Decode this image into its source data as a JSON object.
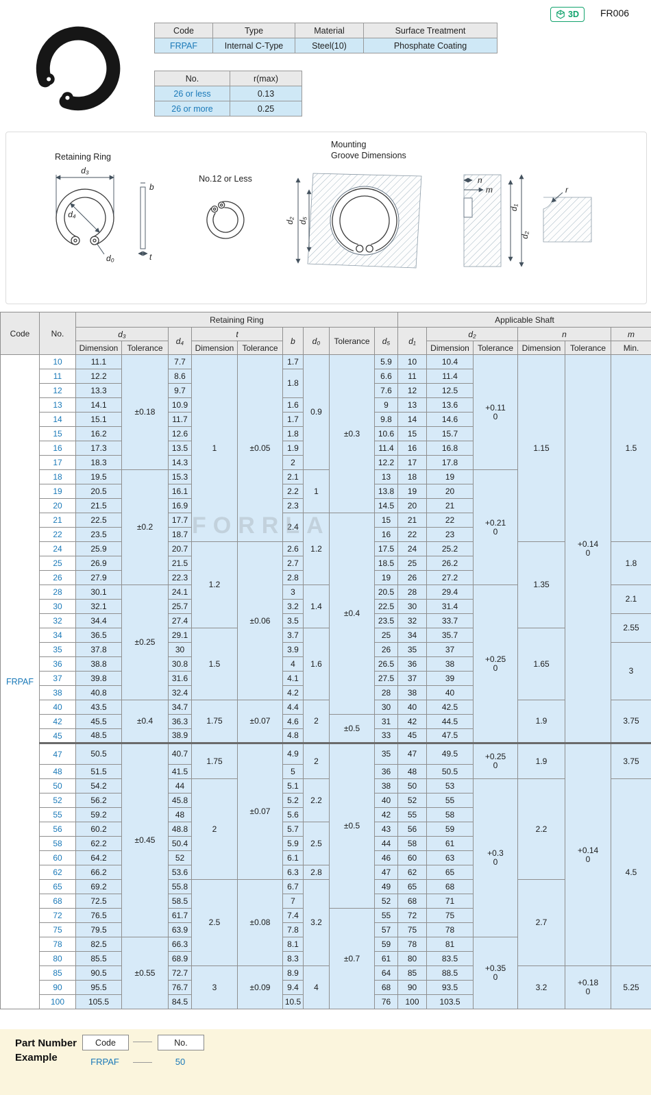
{
  "page": {
    "badge_3d": "3D",
    "page_code": "FR006",
    "watermark": "FORRLA"
  },
  "spec_table": {
    "headers": [
      "Code",
      "Type",
      "Material",
      "Surface Treatment"
    ],
    "row": [
      "FRPAF",
      "Internal C-Type",
      "Steel(10)",
      "Phosphate Coating"
    ]
  },
  "rmax_table": {
    "headers": [
      "No.",
      "r(max)"
    ],
    "rows": [
      [
        "26 or less",
        "0.13"
      ],
      [
        "26 or more",
        "0.25"
      ]
    ]
  },
  "drawings": {
    "retaining_ring_label": "Retaining Ring",
    "no12_label": "No.12 or Less",
    "mounting_label_1": "Mounting",
    "mounting_label_2": "Groove Dimensions",
    "dim_d3": "d₃",
    "dim_d4": "d₄",
    "dim_d0": "d₀",
    "dim_b": "b",
    "dim_t": "t",
    "dim_d2": "d₂",
    "dim_d5": "d₅",
    "dim_d1": "d₁",
    "dim_n": "n",
    "dim_m": "m",
    "dim_r": "r"
  },
  "main_table": {
    "headers": {
      "code": "Code",
      "no": "No.",
      "retaining_ring": "Retaining Ring",
      "applicable_shaft": "Applicable Shaft",
      "d3": "d₃",
      "d4": "d₄",
      "t": "t",
      "b": "b",
      "d0": "d₀",
      "tolerance": "Tolerance",
      "d5": "d₅",
      "d1": "d₁",
      "d2": "d₂",
      "n": "n",
      "m": "m",
      "dimension": "Dimension",
      "min": "Min."
    },
    "section_start_no": "47",
    "col_names": [
      "code-cell",
      "no-cell",
      "d3-dimension",
      "d3-tolerance",
      "d4",
      "t-dimension",
      "t-tolerance",
      "b",
      "d0",
      "d5-tolerance",
      "d5",
      "d1",
      "d2-dimension",
      "d2-tolerance",
      "n-dimension",
      "n-tolerance",
      "m-min"
    ],
    "col_classes": [
      "code-cell",
      "no-cell",
      "data-cell",
      "data-cell",
      "data-cell",
      "data-cell",
      "data-cell",
      "data-cell",
      "data-cell",
      "data-cell",
      "data-cell",
      "data-cell",
      "data-cell",
      "data-cell",
      "data-cell",
      "data-cell",
      "data-cell"
    ],
    "rows": [
      [
        {
          "v": "FRPAF",
          "rs": 45
        },
        "10",
        "11.1",
        {
          "v": "±0.18",
          "rs": 8
        },
        "7.7",
        {
          "v": "1",
          "rs": 13
        },
        {
          "v": "±0.05",
          "rs": 13
        },
        "1.7",
        {
          "v": "0.9",
          "rs": 8
        },
        {
          "v": "±0.3",
          "rs": 11
        },
        "5.9",
        "10",
        "10.4",
        {
          "v": "+0.11\n0",
          "rs": 8
        },
        {
          "v": "1.15",
          "rs": 13
        },
        {
          "v": "+0.14\n0",
          "rs": 27
        },
        {
          "v": "1.5",
          "rs": 13
        }
      ],
      [
        null,
        "11",
        "12.2",
        null,
        "8.6",
        null,
        null,
        {
          "v": "1.8",
          "rs": 2
        },
        null,
        null,
        "6.6",
        "11",
        "11.4",
        null,
        null,
        null,
        null
      ],
      [
        null,
        "12",
        "13.3",
        null,
        "9.7",
        null,
        null,
        null,
        null,
        null,
        "7.6",
        "12",
        "12.5",
        null,
        null,
        null,
        null
      ],
      [
        null,
        "13",
        "14.1",
        null,
        "10.9",
        null,
        null,
        "1.6",
        null,
        null,
        "9",
        "13",
        "13.6",
        null,
        null,
        null,
        null
      ],
      [
        null,
        "14",
        "15.1",
        null,
        "11.7",
        null,
        null,
        "1.7",
        null,
        null,
        "9.8",
        "14",
        "14.6",
        null,
        null,
        null,
        null
      ],
      [
        null,
        "15",
        "16.2",
        null,
        "12.6",
        null,
        null,
        "1.8",
        null,
        null,
        "10.6",
        "15",
        "15.7",
        null,
        null,
        null,
        null
      ],
      [
        null,
        "16",
        "17.3",
        null,
        "13.5",
        null,
        null,
        "1.9",
        null,
        null,
        "11.4",
        "16",
        "16.8",
        null,
        null,
        null,
        null
      ],
      [
        null,
        "17",
        "18.3",
        null,
        "14.3",
        null,
        null,
        "2",
        null,
        null,
        "12.2",
        "17",
        "17.8",
        null,
        null,
        null,
        null
      ],
      [
        null,
        "18",
        "19.5",
        {
          "v": "±0.2",
          "rs": 8
        },
        "15.3",
        null,
        null,
        "2.1",
        {
          "v": "1",
          "rs": 3
        },
        null,
        "13",
        "18",
        "19",
        {
          "v": "+0.21\n0",
          "rs": 8
        },
        null,
        null,
        null
      ],
      [
        null,
        "19",
        "20.5",
        null,
        "16.1",
        null,
        null,
        "2.2",
        null,
        null,
        "13.8",
        "19",
        "20",
        null,
        null,
        null,
        null
      ],
      [
        null,
        "20",
        "21.5",
        null,
        "16.9",
        null,
        null,
        "2.3",
        null,
        null,
        "14.5",
        "20",
        "21",
        null,
        null,
        null,
        null
      ],
      [
        null,
        "21",
        "22.5",
        null,
        "17.7",
        null,
        null,
        {
          "v": "2.4",
          "rs": 2
        },
        {
          "v": "1.2",
          "rs": 5
        },
        {
          "v": "±0.4",
          "rs": 14
        },
        "15",
        "21",
        "22",
        null,
        null,
        null,
        null
      ],
      [
        null,
        "22",
        "23.5",
        null,
        "18.7",
        null,
        null,
        null,
        null,
        null,
        "16",
        "22",
        "23",
        null,
        null,
        null,
        null
      ],
      [
        null,
        "24",
        "25.9",
        null,
        "20.7",
        {
          "v": "1.2",
          "rs": 6
        },
        {
          "v": "±0.06",
          "rs": 11
        },
        "2.6",
        null,
        null,
        "17.5",
        "24",
        "25.2",
        null,
        {
          "v": "1.35",
          "rs": 6
        },
        null,
        {
          "v": "1.8",
          "rs": 3
        }
      ],
      [
        null,
        "25",
        "26.9",
        null,
        "21.5",
        null,
        null,
        "2.7",
        null,
        null,
        "18.5",
        "25",
        "26.2",
        null,
        null,
        null,
        null
      ],
      [
        null,
        "26",
        "27.9",
        null,
        "22.3",
        null,
        null,
        "2.8",
        null,
        null,
        "19",
        "26",
        "27.2",
        null,
        null,
        null,
        null
      ],
      [
        null,
        "28",
        "30.1",
        {
          "v": "±0.25",
          "rs": 8
        },
        "24.1",
        null,
        null,
        "3",
        {
          "v": "1.4",
          "rs": 3
        },
        null,
        "20.5",
        "28",
        "29.4",
        {
          "v": "+0.25\n0",
          "rs": 11
        },
        null,
        null,
        {
          "v": "2.1",
          "rs": 2
        }
      ],
      [
        null,
        "30",
        "32.1",
        null,
        "25.7",
        null,
        null,
        "3.2",
        null,
        null,
        "22.5",
        "30",
        "31.4",
        null,
        null,
        null,
        null
      ],
      [
        null,
        "32",
        "34.4",
        null,
        "27.4",
        null,
        null,
        "3.5",
        null,
        null,
        "23.5",
        "32",
        "33.7",
        null,
        null,
        null,
        {
          "v": "2.55",
          "rs": 2
        }
      ],
      [
        null,
        "34",
        "36.5",
        null,
        "29.1",
        {
          "v": "1.5",
          "rs": 5
        },
        null,
        "3.7",
        {
          "v": "1.6",
          "rs": 5
        },
        null,
        "25",
        "34",
        "35.7",
        null,
        {
          "v": "1.65",
          "rs": 5
        },
        null,
        null
      ],
      [
        null,
        "35",
        "37.8",
        null,
        "30",
        null,
        null,
        "3.9",
        null,
        null,
        "26",
        "35",
        "37",
        null,
        null,
        null,
        {
          "v": "3",
          "rs": 4
        }
      ],
      [
        null,
        "36",
        "38.8",
        null,
        "30.8",
        null,
        null,
        "4",
        null,
        null,
        "26.5",
        "36",
        "38",
        null,
        null,
        null,
        null
      ],
      [
        null,
        "37",
        "39.8",
        null,
        "31.6",
        null,
        null,
        "4.1",
        null,
        null,
        "27.5",
        "37",
        "39",
        null,
        null,
        null,
        null
      ],
      [
        null,
        "38",
        "40.8",
        null,
        "32.4",
        null,
        null,
        "4.2",
        null,
        null,
        "28",
        "38",
        "40",
        null,
        null,
        null,
        null
      ],
      [
        null,
        "40",
        "43.5",
        {
          "v": "±0.4",
          "rs": 3
        },
        "34.7",
        {
          "v": "1.75",
          "rs": 3
        },
        {
          "v": "±0.07",
          "rs": 3
        },
        "4.4",
        {
          "v": "2",
          "rs": 3
        },
        null,
        "30",
        "40",
        "42.5",
        null,
        {
          "v": "1.9",
          "rs": 3
        },
        null,
        {
          "v": "3.75",
          "rs": 3
        }
      ],
      [
        null,
        "42",
        "45.5",
        null,
        "36.3",
        null,
        null,
        "4.6",
        null,
        {
          "v": "±0.5",
          "rs": 2
        },
        "31",
        "42",
        "44.5",
        null,
        null,
        null,
        null
      ],
      [
        null,
        "45",
        "48.5",
        null,
        "38.9",
        null,
        null,
        "4.8",
        null,
        null,
        "33",
        "45",
        "47.5",
        null,
        null,
        null,
        null
      ],
      [
        null,
        "47",
        "50.5",
        {
          "v": "±0.45",
          "rs": 13
        },
        "40.7",
        {
          "v": "1.75",
          "rs": 2
        },
        {
          "v": "±0.07",
          "rs": 9
        },
        "4.9",
        {
          "v": "2",
          "rs": 2
        },
        {
          "v": "±0.5",
          "rs": 11
        },
        "35",
        "47",
        "49.5",
        {
          "v": "+0.25\n0",
          "rs": 2
        },
        {
          "v": "1.9",
          "rs": 2
        },
        {
          "v": "+0.14\n0",
          "rs": 15
        },
        {
          "v": "3.75",
          "rs": 2
        }
      ],
      [
        null,
        "48",
        "51.5",
        null,
        "41.5",
        null,
        null,
        "5",
        null,
        null,
        "36",
        "48",
        "50.5",
        null,
        null,
        null,
        null
      ],
      [
        null,
        "50",
        "54.2",
        null,
        "44",
        {
          "v": "2",
          "rs": 7
        },
        null,
        "5.1",
        {
          "v": "2.2",
          "rs": 3
        },
        null,
        "38",
        "50",
        "53",
        {
          "v": "+0.3\n0",
          "rs": 11
        },
        {
          "v": "2.2",
          "rs": 7
        },
        null,
        {
          "v": "4.5",
          "rs": 13
        }
      ],
      [
        null,
        "52",
        "56.2",
        null,
        "45.8",
        null,
        null,
        "5.2",
        null,
        null,
        "40",
        "52",
        "55",
        null,
        null,
        null,
        null
      ],
      [
        null,
        "55",
        "59.2",
        null,
        "48",
        null,
        null,
        "5.6",
        null,
        null,
        "42",
        "55",
        "58",
        null,
        null,
        null,
        null
      ],
      [
        null,
        "56",
        "60.2",
        null,
        "48.8",
        null,
        null,
        "5.7",
        {
          "v": "2.5",
          "rs": 3
        },
        null,
        "43",
        "56",
        "59",
        null,
        null,
        null,
        null
      ],
      [
        null,
        "58",
        "62.2",
        null,
        "50.4",
        null,
        null,
        "5.9",
        null,
        null,
        "44",
        "58",
        "61",
        null,
        null,
        null,
        null
      ],
      [
        null,
        "60",
        "64.2",
        null,
        "52",
        null,
        null,
        "6.1",
        null,
        null,
        "46",
        "60",
        "63",
        null,
        null,
        null,
        null
      ],
      [
        null,
        "62",
        "66.2",
        null,
        "53.6",
        null,
        null,
        "6.3",
        "2.8",
        null,
        "47",
        "62",
        "65",
        null,
        null,
        null,
        null
      ],
      [
        null,
        "65",
        "69.2",
        null,
        "55.8",
        {
          "v": "2.5",
          "rs": 6
        },
        {
          "v": "±0.08",
          "rs": 6
        },
        "6.7",
        {
          "v": "3.2",
          "rs": 6
        },
        null,
        "49",
        "65",
        "68",
        null,
        {
          "v": "2.7",
          "rs": 6
        },
        null,
        null
      ],
      [
        null,
        "68",
        "72.5",
        null,
        "58.5",
        null,
        null,
        "7",
        null,
        null,
        "52",
        "68",
        "71",
        null,
        null,
        null,
        null
      ],
      [
        null,
        "72",
        "76.5",
        null,
        "61.7",
        null,
        null,
        "7.4",
        null,
        {
          "v": "±0.7",
          "rs": 7
        },
        "55",
        "72",
        "75",
        null,
        null,
        null,
        null
      ],
      [
        null,
        "75",
        "79.5",
        null,
        "63.9",
        null,
        null,
        "7.8",
        null,
        null,
        "57",
        "75",
        "78",
        null,
        null,
        null,
        null
      ],
      [
        null,
        "78",
        "82.5",
        {
          "v": "±0.55",
          "rs": 5
        },
        "66.3",
        null,
        null,
        "8.1",
        null,
        null,
        "59",
        "78",
        "81",
        {
          "v": "+0.35\n0",
          "rs": 5
        },
        null,
        null,
        null
      ],
      [
        null,
        "80",
        "85.5",
        null,
        "68.9",
        null,
        null,
        "8.3",
        null,
        null,
        "61",
        "80",
        "83.5",
        null,
        null,
        null,
        null
      ],
      [
        null,
        "85",
        "90.5",
        null,
        "72.7",
        {
          "v": "3",
          "rs": 3
        },
        {
          "v": "±0.09",
          "rs": 3
        },
        "8.9",
        {
          "v": "4",
          "rs": 3
        },
        null,
        "64",
        "85",
        "88.5",
        null,
        {
          "v": "3.2",
          "rs": 3
        },
        {
          "v": "+0.18\n0",
          "rs": 3
        },
        {
          "v": "5.25",
          "rs": 3
        }
      ],
      [
        null,
        "90",
        "95.5",
        null,
        "76.7",
        null,
        null,
        "9.4",
        null,
        null,
        "68",
        "90",
        "93.5",
        null,
        null,
        null,
        null
      ],
      [
        null,
        "100",
        "105.5",
        null,
        "84.5",
        null,
        null,
        "10.5",
        null,
        null,
        "76",
        "100",
        "103.5",
        null,
        null,
        null,
        null
      ]
    ]
  },
  "part_number": {
    "title1": "Part Number",
    "title2": "Example",
    "code_label": "Code",
    "no_label": "No.",
    "code_value": "FRPAF",
    "no_value": "50"
  }
}
